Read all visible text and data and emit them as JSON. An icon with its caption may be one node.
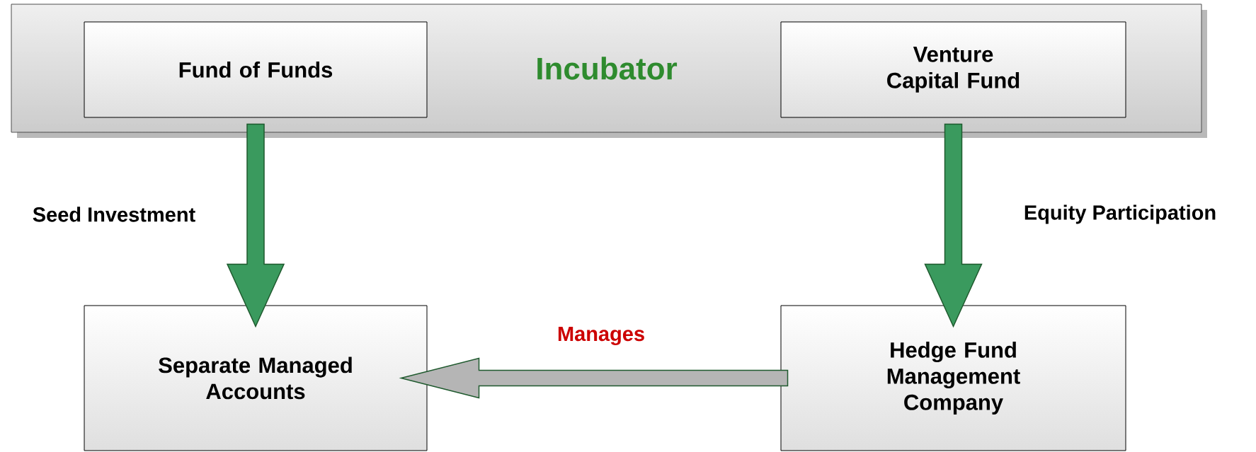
{
  "diagram": {
    "nodes": [
      {
        "text": [
          "Incubator"
        ]
      },
      {
        "text": [
          "Fund of Funds"
        ],
        "in": 0
      },
      {
        "text": [
          "Venture Capital Fund"
        ],
        "in": 0
      },
      {
        "text": [
          "Separate Managed Accounts"
        ]
      },
      {
        "text": [
          "Hedge Fund Management Company"
        ]
      }
    ],
    "edges": [
      {
        "from": 1,
        "to": 3,
        "arrow": "to",
        "label": "Seed Investment"
      },
      {
        "from": 2,
        "to": 4,
        "arrow": "to",
        "label": "Equity Participation"
      },
      {
        "from": 4,
        "to": 3,
        "arrow": "to",
        "label": "Manages",
        "color": "#b5b5b5"
      }
    ]
  }
}
